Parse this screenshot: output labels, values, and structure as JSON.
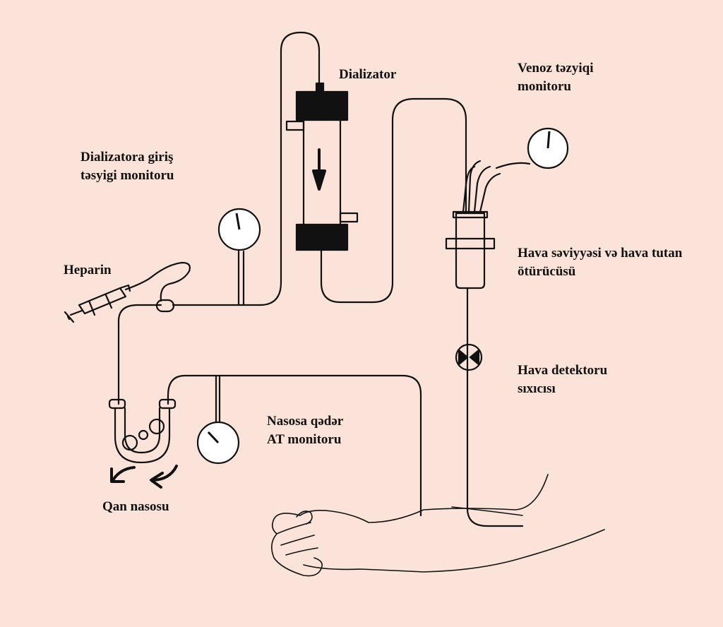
{
  "labels": {
    "dialyzer": "Dializator",
    "venous_monitor_l1": "Venoz təzyiqi",
    "venous_monitor_l2": "monitoru",
    "inlet_monitor_l1": "Dializatora giriş",
    "inlet_monitor_l2": "təsyigi monitoru",
    "heparin": "Heparin",
    "air_trap_l1": "Hava səviyyəsi və hava tutan",
    "air_trap_l2": "ötürücüsü",
    "air_detector_l1": "Hava detektoru",
    "air_detector_l2": "sıxıcısı",
    "prepump_monitor_l1": "Nasosa qədər",
    "prepump_monitor_l2": "AT monitoru",
    "blood_pump": "Qan nasosu"
  },
  "colors": {
    "background": "#fbe3d9",
    "line": "#111111"
  },
  "icons": [
    "syringe-icon",
    "pressure-gauge-icon",
    "flow-arrow-icon",
    "roller-pump-icon",
    "air-detector-clamp-icon"
  ]
}
